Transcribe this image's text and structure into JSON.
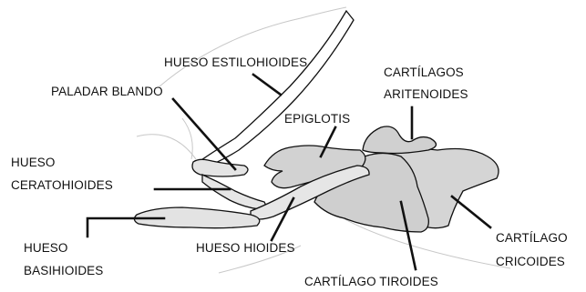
{
  "labels": {
    "estilohioides": "HUESO ESTILOHIOIDES",
    "paladar_blando": "PALADAR BLANDO",
    "cartilagos_aritenoides": [
      "CARTÍLAGOS",
      "ARITENOIDES"
    ],
    "epiglotis": "EPIGLOTIS",
    "ceratohioides": [
      "HUESO",
      "CERATOHIOIDES"
    ],
    "basihioides": [
      "HUESO",
      "BASIHIOIDES"
    ],
    "hioides": "HUESO HIOIDES",
    "cartilago_tiroides": "CARTÍLAGO TIROIDES",
    "cartilago_cricoides": [
      "CARTÍLAGO",
      "CRICOIDES"
    ]
  },
  "colors": {
    "line": "#111111",
    "cartilage_fill": "#d8d8d8",
    "bone_fill": "#e6e6e6",
    "sketch": "#bdbdbd"
  }
}
